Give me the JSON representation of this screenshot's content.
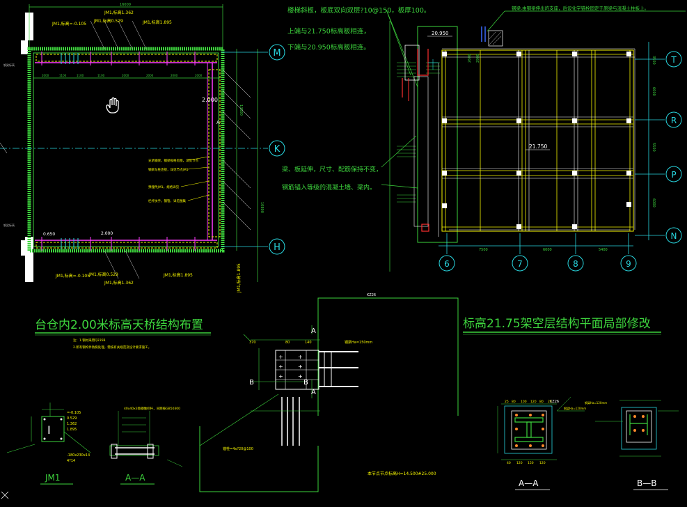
{
  "titles": {
    "left": "台仓内2.00米标高天桥结构布置",
    "right": "标高21.75架空层结构平面局部修改"
  },
  "grid_labels_left": [
    "M",
    "K",
    "H"
  ],
  "grid_labels_right_rows": [
    "T",
    "R",
    "P",
    "N"
  ],
  "grid_labels_right_cols": [
    "6",
    "7",
    "8",
    "9"
  ],
  "left_plan": {
    "top_labels": [
      "JM1,标高1.362",
      "JM1,标高=-0.105",
      "JM1,标高0.529",
      "JM1,标高1.895"
    ],
    "bottom_labels": [
      "JM1,标高=-0.105",
      "JM1,标高0.529",
      "JM1,标高1.362",
      "JM1,标高1.895"
    ],
    "level_inner": "2.000",
    "level_bottom_left": "0.650",
    "level_bottom_mid": "2.000",
    "marker_a": "A",
    "note_lines": [
      "支承钢梁，钢梁规格见图，详见节点",
      "钢梁与柱连接，详见节点JM1",
      "预埋件JM1，规格详见",
      "栏杆扶手，钢管，详见图集"
    ],
    "dim_top": "16000",
    "dim_right": "13500",
    "dim_right2": "10800",
    "vertical_note": "JM1,标高1.895"
  },
  "right_plan": {
    "note_top": "钢梁,由钢梁伸出的支座，后设化学锚栓固定于原梁与混凝土柱板上。",
    "note_lines": [
      "楼梯斜板，板底双向双层?10@150，板厚100。",
      "上端与21.750标高板相连，",
      "下端与20.950标高板相连。"
    ],
    "note_mid": [
      "梁、板延伸，尺寸、配筋保持不变，",
      "钢筋锚入等级的混凝土墙、梁内。"
    ],
    "level_a": "20.950",
    "level_b": "21.750",
    "dims_bottom": [
      "7500",
      "6000",
      "5400"
    ],
    "dims_right": [
      "3500",
      "6000",
      "5500",
      "6000"
    ],
    "dims_left": [
      "2600",
      "2900"
    ]
  },
  "details": {
    "jm1_label": "JM1",
    "jm1_dims": [
      "=-0.105",
      "0.529",
      "1.362",
      "1.895"
    ],
    "jm1_note": [
      "-180x230x14",
      "4?14"
    ],
    "aa_left_label": "A—A",
    "aa_left_note": "40x40x3角钢做栏杆，间距按GB50300",
    "center_kz": "KZ26",
    "center_marks": [
      "A",
      "B",
      "B",
      "A"
    ],
    "center_dims": [
      "370",
      "80",
      "140"
    ],
    "center_anchor": "锚栓=4x?20@100",
    "center_bottom_note": "本节点节点标高H=14.500#25.000",
    "center_spec": "钢梁Ha=150mm",
    "aa_right_label": "A—A",
    "aa_right_kz": "KZ26",
    "aa_right_dims": [
      "25",
      "80",
      "100",
      "120",
      "80",
      "25"
    ],
    "aa_right_bot_dims": [
      "40",
      "120",
      "150",
      "120"
    ],
    "aa_right_note": "钢梁Ha=120mm",
    "bb_label": "B—B",
    "bb_note": "钢梁Ha=120mm",
    "left_notes": [
      "注：1.钢材采用Q235B",
      "2.所有钢构件防腐处理，需按有关规范及设计要求施工。"
    ]
  },
  "colors": {
    "green": "#3dd43d",
    "yellow": "#f5f500",
    "cyan": "#29d7e0",
    "magenta": "#ff3cff",
    "white": "#ffffff",
    "red": "#ff3030",
    "blue": "#3a6bff"
  },
  "cursor": "hand-icon"
}
